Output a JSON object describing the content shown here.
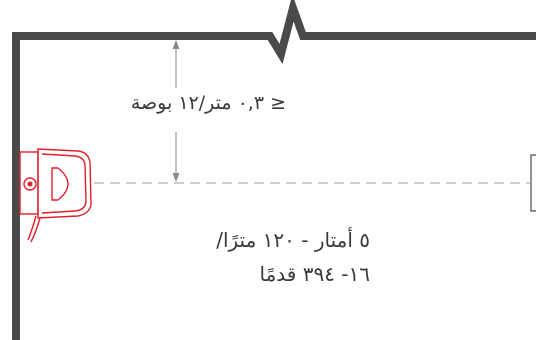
{
  "diagram": {
    "clearance_label": "≤ ٠,٣ متر/١٢ بوصة",
    "range_label_line1": "٥ أمتار - ١٢٠ مترًا/",
    "range_label_line2": "١٦- ٣٩٤ قدمًا"
  },
  "colors": {
    "wall": "#4a4a4a",
    "dimension": "#8a8a8a",
    "beam": "#b0b0b0",
    "device": "#e0202a",
    "text": "#3a3a3a"
  }
}
